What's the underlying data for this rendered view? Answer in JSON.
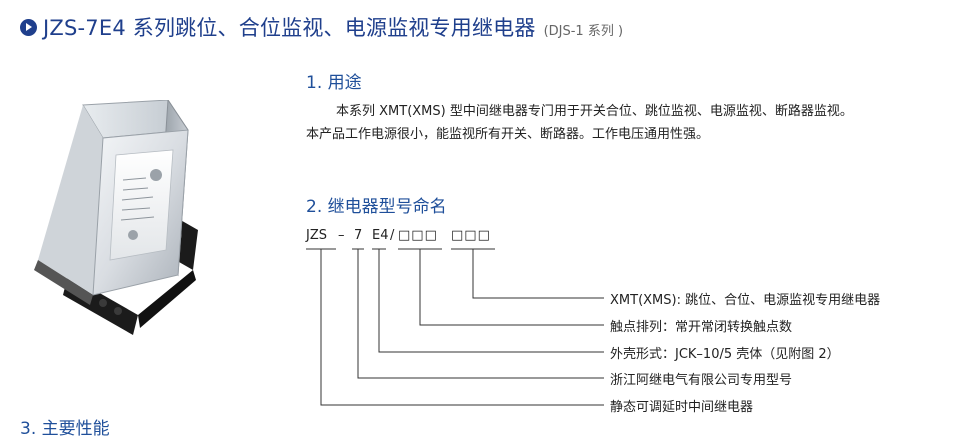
{
  "header": {
    "title": "JZS-7E4 系列跳位、合位监视、电源监视专用继电器",
    "subtitle": "(DJS-1 系列 )",
    "icon": "play-circle-icon",
    "accent_color": "#1f3f8c"
  },
  "sections": {
    "usage": {
      "heading": "1. 用途",
      "paragraph_line1": "本系列 XMT(XMS) 型中间继电器专门用于开关合位、跳位监视、电源监视、断路器监视。",
      "paragraph_line2": "本产品工作电源很小，能监视所有开关、断路器。工作电压通用性强。"
    },
    "naming": {
      "heading": "2. 继电器型号命名",
      "code": {
        "prefix": "JZS",
        "dash1": "–",
        "digit": "7",
        "series": "E4",
        "slash": "/",
        "group1": "□□□",
        "group2": "□□□"
      },
      "legend": [
        "XMT(XMS): 跳位、合位、电源监视专用继电器",
        "触点排列：常开常闭转换触点数",
        "外壳形式：JCK–10/5 壳体（见附图 2）",
        "浙江阿继电气有限公司专用型号",
        "静态可调延时中间继电器"
      ]
    },
    "performance": {
      "heading": "3. 主要性能"
    }
  },
  "product_image": {
    "icon": "relay-product-image"
  }
}
